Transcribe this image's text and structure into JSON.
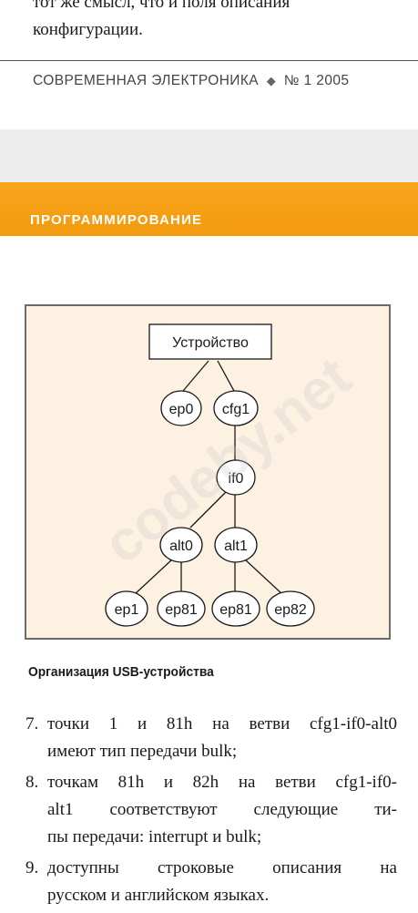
{
  "top_text": {
    "line1": "тот же смысл, что и поля описания",
    "line2": "конфигурации."
  },
  "header": {
    "magazine": "СОВРЕМЕННАЯ ЭЛЕКТРОНИКА",
    "separator": "◆",
    "issue": "№ 1  2005"
  },
  "section": {
    "title": "ПРОГРАММИРОВАНИЕ"
  },
  "diagram": {
    "root": "Устройство",
    "nodes": {
      "ep0": "ep0",
      "cfg1": "cfg1",
      "if0": "if0",
      "alt0": "alt0",
      "alt1": "alt1",
      "ep1": "ep1",
      "ep81_a": "ep81",
      "ep81_b": "ep81",
      "ep82": "ep82"
    },
    "colors": {
      "background": "#fdf1e2",
      "border": "#6b6b6b",
      "node_fill": "#ffffff"
    }
  },
  "watermark": "codeby.net",
  "caption": "Организация USB-устройства",
  "list": [
    {
      "num": "7.",
      "lines": [
        "точки 1 и 81h на ветви cfg1-if0-alt0",
        "имеют тип передачи bulk;"
      ]
    },
    {
      "num": "8.",
      "lines": [
        "точкам 81h и 82h на ветви cfg1-if0-",
        "alt1 соответствуют следующие ти-",
        "пы передачи: interrupt и bulk;"
      ]
    },
    {
      "num": "9.",
      "lines": [
        "доступны строковые описания на",
        "русском и английском языках."
      ]
    }
  ],
  "colors": {
    "accent_orange": "#f7a11a",
    "band_gray": "#ededed"
  }
}
